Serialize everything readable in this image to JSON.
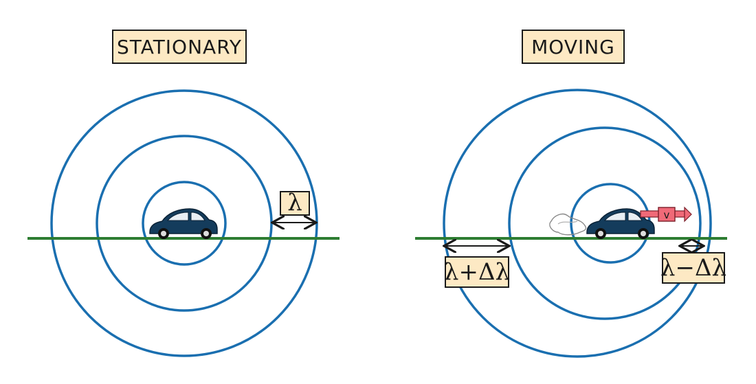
{
  "colors": {
    "wave": "#1a6fb0",
    "ground": "#2e7d32",
    "label_fill": "#fde9c4",
    "car_body": "#143c5c",
    "velocity_arrow": "#f06a78"
  },
  "panels": {
    "stationary": {
      "title": "STATIONARY",
      "wavelength_label": "λ"
    },
    "moving": {
      "title": "MOVING",
      "velocity_label": "v",
      "behind_label": "λ+Δλ",
      "ahead_label": "λ−Δλ"
    }
  }
}
